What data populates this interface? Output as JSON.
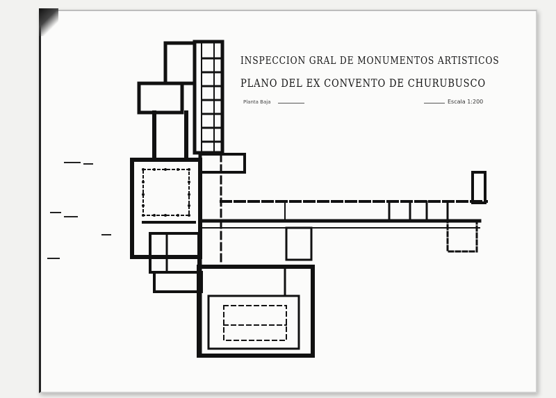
{
  "drawing": {
    "title_line_1": "INSPECCION GRAL DE MONUMENTOS ARTISTICOS",
    "title_line_2": "PLANO DEL EX CONVENTO DE CHURUBUSCO",
    "scale_note": "Planta Baja",
    "sheet_note": "Escala 1:200"
  }
}
